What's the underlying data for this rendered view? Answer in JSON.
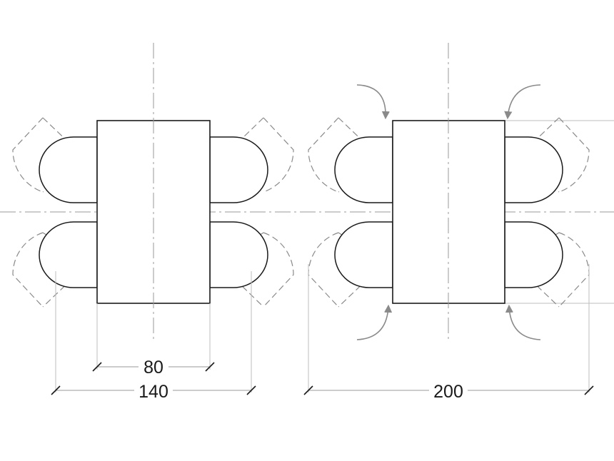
{
  "dimensions": {
    "left_table_width": "80",
    "left_total_width": "140",
    "right_total_width": "200"
  }
}
